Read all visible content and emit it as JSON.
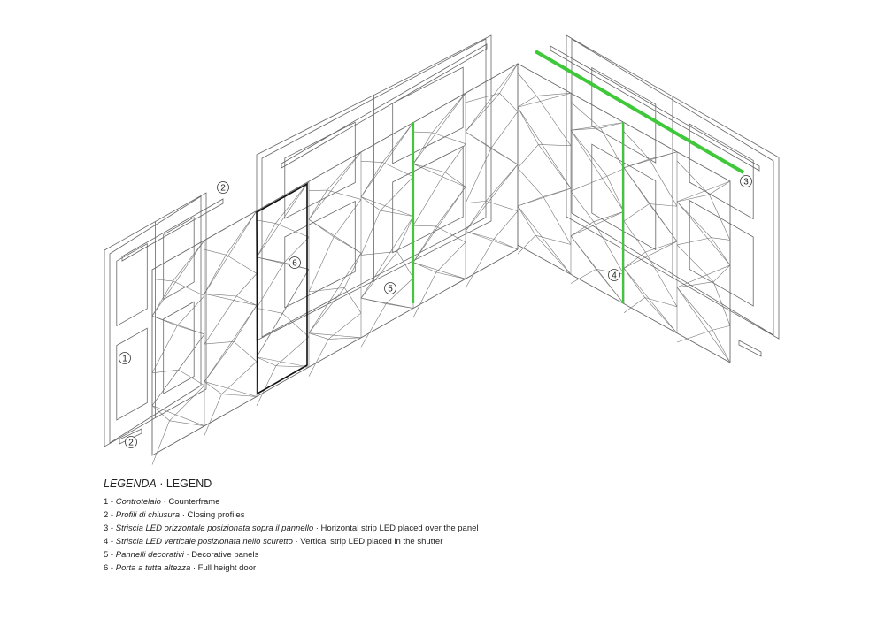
{
  "legend": {
    "title_it": "LEGENDA",
    "separator": " · ",
    "title_en": "LEGEND",
    "items": [
      {
        "num": "1",
        "it": "Controtelaio",
        "en": "Counterframe"
      },
      {
        "num": "2",
        "it": "Profili di chiusura",
        "en": "Closing profiles"
      },
      {
        "num": "3",
        "it": "Striscia LED orizzontale posizionata sopra il pannello",
        "en": "Horizontal strip LED placed over the panel"
      },
      {
        "num": "4",
        "it": "Striscia LED verticale posizionata nello scuretto ",
        "en": "Vertical strip LED placed in the shutter"
      },
      {
        "num": "5",
        "it": "Pannelli decorativi",
        "en": "Decorative panels"
      },
      {
        "num": "6",
        "it": "Porta a tutta altezza",
        "en": "Full height door"
      }
    ]
  },
  "callouts": [
    "1",
    "2",
    "2",
    "3",
    "4",
    "5",
    "6"
  ],
  "colors": {
    "led": "#3ec83a",
    "line": "#555555",
    "door": "#111111"
  }
}
